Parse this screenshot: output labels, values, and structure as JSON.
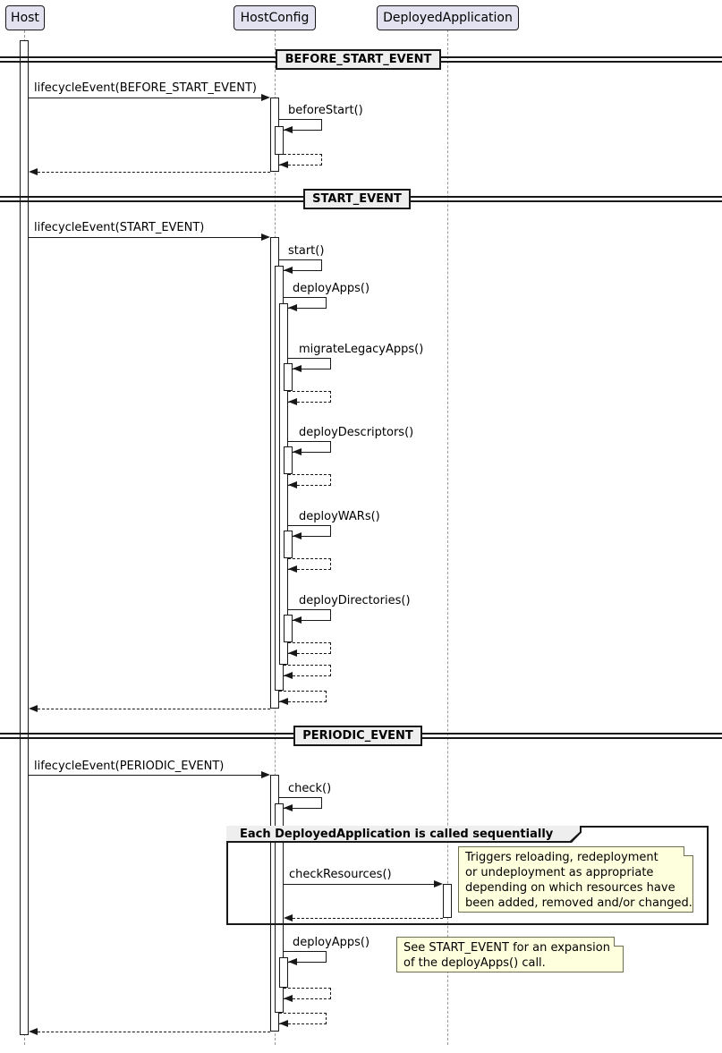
{
  "participants": [
    {
      "label": "Host"
    },
    {
      "label": "HostConfig"
    },
    {
      "label": "DeployedApplication"
    }
  ],
  "dividers": [
    {
      "label": "BEFORE_START_EVENT"
    },
    {
      "label": "START_EVENT"
    },
    {
      "label": "PERIODIC_EVENT"
    }
  ],
  "messages": {
    "lifecycle_before_start": "lifecycleEvent(BEFORE_START_EVENT)",
    "before_start": "beforeStart()",
    "lifecycle_start": "lifecycleEvent(START_EVENT)",
    "start": "start()",
    "deploy_apps": "deployApps()",
    "migrate_legacy_apps": "migrateLegacyApps()",
    "deploy_descriptors": "deployDescriptors()",
    "deploy_wars": "deployWARs()",
    "deploy_directories": "deployDirectories()",
    "lifecycle_periodic": "lifecycleEvent(PERIODIC_EVENT)",
    "check": "check()",
    "check_resources": "checkResources()",
    "deploy_apps_periodic": "deployApps()"
  },
  "group": {
    "label": "Each DeployedApplication is called sequentially"
  },
  "notes": [
    {
      "lines": [
        "Triggers reloading, redeployment",
        "or undeployment as appropriate",
        "depending on which resources have",
        "been added, removed and/or changed."
      ]
    },
    {
      "lines": [
        "See START_EVENT for an expansion",
        "of the deployApps() call."
      ]
    }
  ],
  "colors": {
    "participant_fill": "#E2E2F0",
    "divider_fill": "#EEEEEE",
    "note_fill": "#FEFFDD",
    "line": "#181818",
    "lifeline": "#9A9A9A"
  }
}
